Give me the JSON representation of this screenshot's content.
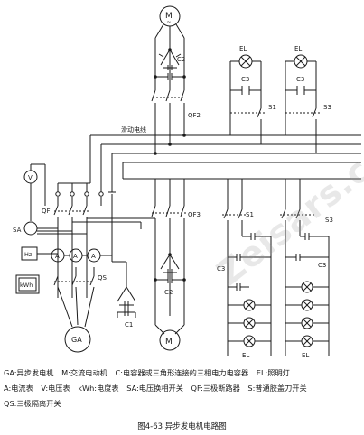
{
  "labels": {
    "motor_top": "M",
    "motor_top_sym": "~",
    "cap_top": "C2",
    "qf2": "QF2",
    "bus": "滑动电线",
    "v": "V",
    "sa": "SA",
    "hz": "Hz",
    "kwh": "kWh",
    "qf_main": "QF",
    "qs": "QS",
    "ammeter": "A",
    "ga": "GA",
    "c1": "C1",
    "qf3": "QF3",
    "cap_bottom": "C2",
    "motor_bottom": "M",
    "el": "EL",
    "c3": "C3",
    "s1": "S1",
    "s3": "S3",
    "s1_low": "S1",
    "s3_low": "S3"
  },
  "legend": {
    "line1": [
      "GA:异步发电机",
      "M:交流电动机",
      "C:电容器或三角形连接的三相电力电容器",
      "EL:照明灯"
    ],
    "line2": [
      "A:电流表",
      "V:电压表",
      "kWh:电度表",
      "SA:电压换相开关",
      "QF:三极断路器",
      "S:普通胶盖刀开关"
    ],
    "line3": [
      "QS:三极隔离开关"
    ]
  },
  "caption": "图4-63  异步发电机电路图",
  "watermark": "Zeisars.co"
}
